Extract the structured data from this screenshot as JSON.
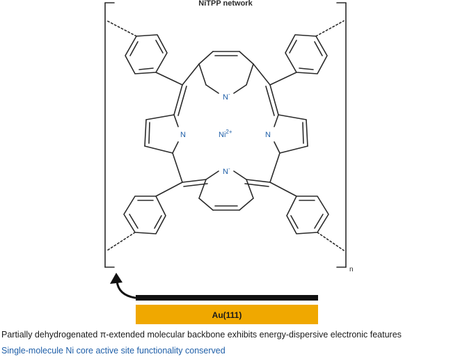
{
  "title": "NiTPP network",
  "center_ion": {
    "base": "Ni",
    "sup": "2+"
  },
  "nitrogen_labels": {
    "amine_top": "N",
    "amine_top_charge": "-",
    "amine_bottom": "N",
    "amine_bottom_charge": "-",
    "imine_left": "N",
    "imine_right": "N"
  },
  "repeat_subscript": "n",
  "substrate_label": "Au(111)",
  "caption_line1": "Partially dehydrogenated π-extended molecular backbone exhibits energy-dispersive electronic features",
  "caption_line2": "Single-molecule Ni core active site functionality conserved",
  "colors": {
    "bond": "#2a2a2a",
    "label_blue": "#1f5fa8",
    "substrate": "#f0a800",
    "backbone_bar": "#111111",
    "caption_blue": "#1f5fa8"
  },
  "icons": {
    "arrow": "curved-arrow-icon"
  }
}
